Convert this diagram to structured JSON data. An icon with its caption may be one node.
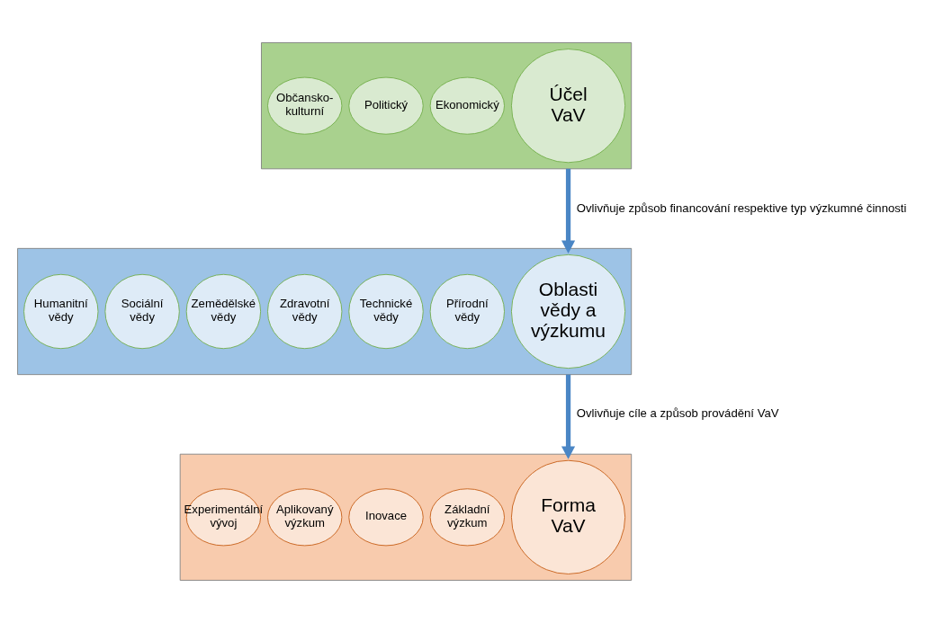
{
  "diagram": {
    "nodes": [
      {
        "text": [],
        "shape": "box"
      },
      {
        "text": [
          "Oblasti vědy a výzkumu"
        ],
        "in": 0
      },
      {
        "text": [
          "Přírodní vědy"
        ],
        "in": 0
      },
      {
        "text": [
          "Technické vědy"
        ],
        "in": 0
      },
      {
        "text": [
          "Zdravotní vědy"
        ],
        "in": 0
      },
      {
        "text": [
          "Zemědělské vědy"
        ],
        "in": 0
      },
      {
        "text": [
          "Sociální vědy"
        ],
        "in": 0
      },
      {
        "text": [
          "Humanitní vědy"
        ],
        "in": 0
      },
      {
        "text": [],
        "shape": "box"
      },
      {
        "text": [
          "Účel VaV"
        ],
        "in": 8
      },
      {
        "text": [
          "Ekonomický"
        ],
        "in": 8
      },
      {
        "text": [
          "Politický"
        ],
        "in": 8
      },
      {
        "text": [
          "Občansko-kulturní"
        ],
        "in": 8
      },
      {
        "text": [],
        "shape": "box"
      },
      {
        "text": [
          "Forma VaV"
        ],
        "in": 13
      },
      {
        "text": [
          "Základní výzkum"
        ],
        "in": 13
      },
      {
        "text": [
          "Inovace"
        ],
        "in": 13
      },
      {
        "text": [
          "Aplikovaný výzkum"
        ],
        "in": 13
      },
      {
        "text": [
          "Experimentální vývoj"
        ],
        "in": 13
      }
    ],
    "edges": [
      {
        "from": 8,
        "to": 0,
        "arrow": "to",
        "label": "Ovlivňuje způsob financování respektive typ výzkumné činnosti"
      },
      {
        "from": 0,
        "to": 13,
        "arrow": "to",
        "label": "Ovlivňuje cíle a způsob provádění VaV"
      }
    ]
  }
}
